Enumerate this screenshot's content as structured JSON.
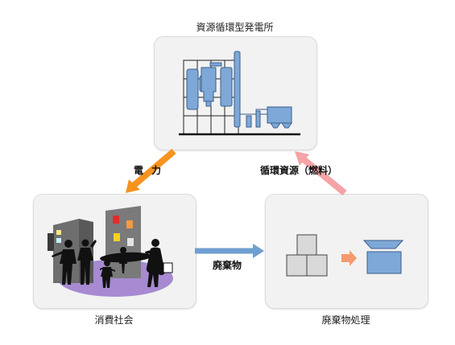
{
  "nodes": {
    "plant": {
      "label": "資源循環型発電所"
    },
    "society": {
      "label": "消費社会"
    },
    "waste": {
      "label": "廃棄物処理"
    }
  },
  "edges": {
    "power": {
      "label": "電力",
      "color": "#f7931e"
    },
    "resources": {
      "label": "循環資源（燃料）",
      "color": "#f4a3a6"
    },
    "waste": {
      "label": "廃棄物",
      "color": "#6f9fd0"
    }
  },
  "colors": {
    "equipment": "#7ea8d8",
    "equipment_stroke": "#3a5f8a",
    "crowd_shadow": "#a78ad1",
    "building": "#6e6e6e",
    "silhouette": "#111111",
    "block": "#d9d9d9"
  }
}
